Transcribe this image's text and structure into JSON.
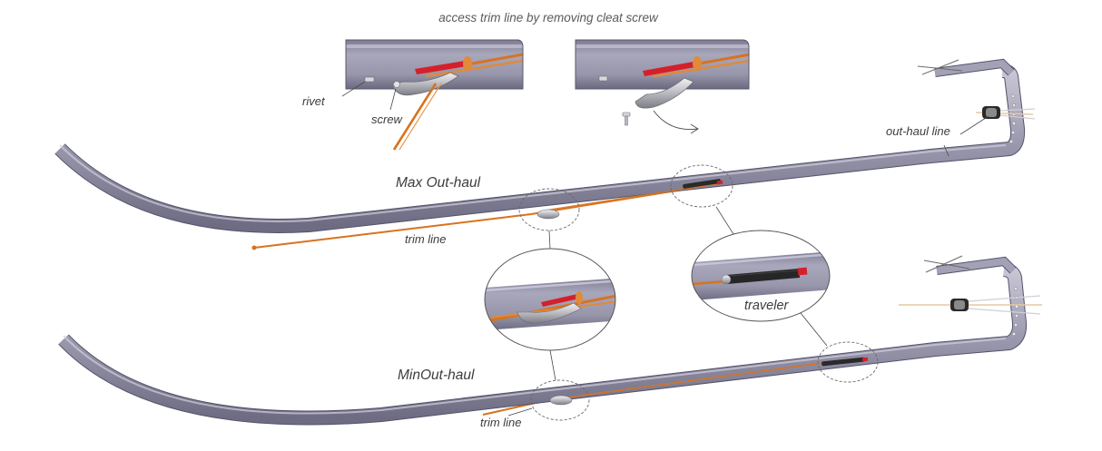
{
  "caption": "access trim line by removing cleat screw",
  "labels": {
    "rivet": "rivet",
    "screw": "screw",
    "outhaul_line": "out-haul line",
    "max_outhaul": "Max Out-haul",
    "trim_line_top": "trim line",
    "traveler": "traveler",
    "min_outhaul": "MinOut-haul",
    "trim_line_bottom": "trim line"
  },
  "colors": {
    "tube": "#9a98ad",
    "tube_dark": "#6c6a80",
    "tube_light": "#c6c4d4",
    "trim_line": "#d8731f",
    "cleat_red": "#d4202a",
    "traveler": "#2a2a2a",
    "leader": "#4a4a4a",
    "callout_circle": "#6a6a6a"
  }
}
